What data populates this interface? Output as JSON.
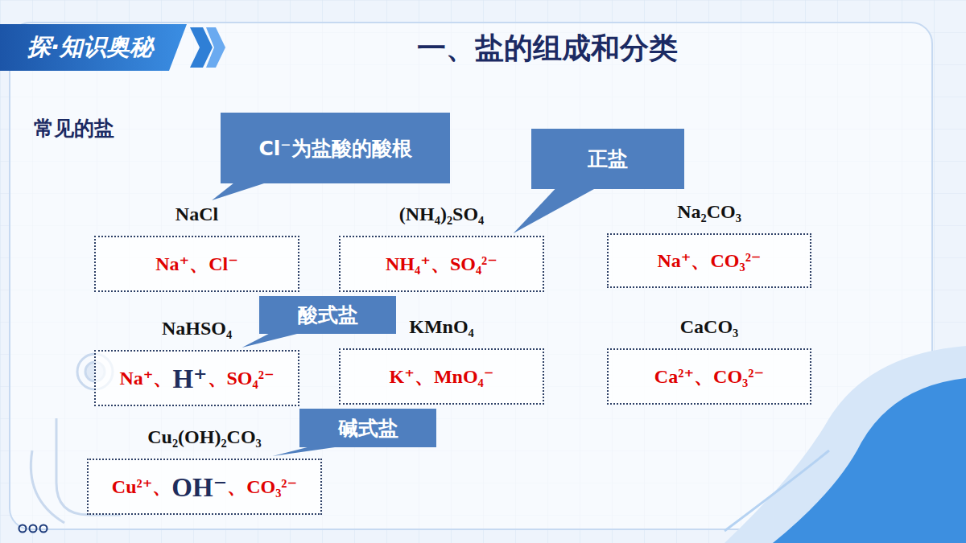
{
  "diagram": {
    "title": "一、盐的组成和分类",
    "nodes": [
      {
        "text": [
          "探·知识奥秘"
        ]
      },
      {
        "text": [
          "Cl⁻为盐酸的酸根"
        ]
      },
      {
        "text": [
          "NaCl",
          "Na⁺、Cl⁻"
        ]
      },
      {
        "text": [
          "(NH₄)₂SO₄",
          "NH₄⁺、SO₄²⁻"
        ]
      },
      {
        "text": [
          "正盐"
        ]
      },
      {
        "text": [
          "Na₂CO₃",
          "Na⁺、CO₃²⁻"
        ]
      },
      {
        "text": [
          "酸式盐"
        ]
      },
      {
        "text": [
          "NaHSO₄",
          "Na⁺、",
          "H⁺",
          "、SO₄²⁻"
        ]
      },
      {
        "text": [
          "KMnO₄",
          "K⁺、MnO₄⁻"
        ]
      },
      {
        "text": [
          "CaCO₃",
          "Ca²⁺、CO₃²⁻"
        ]
      },
      {
        "text": [
          "碱式盐"
        ]
      },
      {
        "text": [
          "Cu₂(OH)₂CO₃",
          "Cu²⁺、",
          "OH⁻",
          "、CO₃²⁻"
        ]
      }
    ],
    "edges": [
      {
        "from": 1,
        "to": 2,
        "arrow": "none"
      },
      {
        "from": 4,
        "to": 3,
        "arrow": "none"
      },
      {
        "from": 6,
        "to": 7,
        "arrow": "none"
      },
      {
        "from": 10,
        "to": 11,
        "arrow": "none"
      }
    ],
    "labels": [
      "常见的盐"
    ]
  }
}
